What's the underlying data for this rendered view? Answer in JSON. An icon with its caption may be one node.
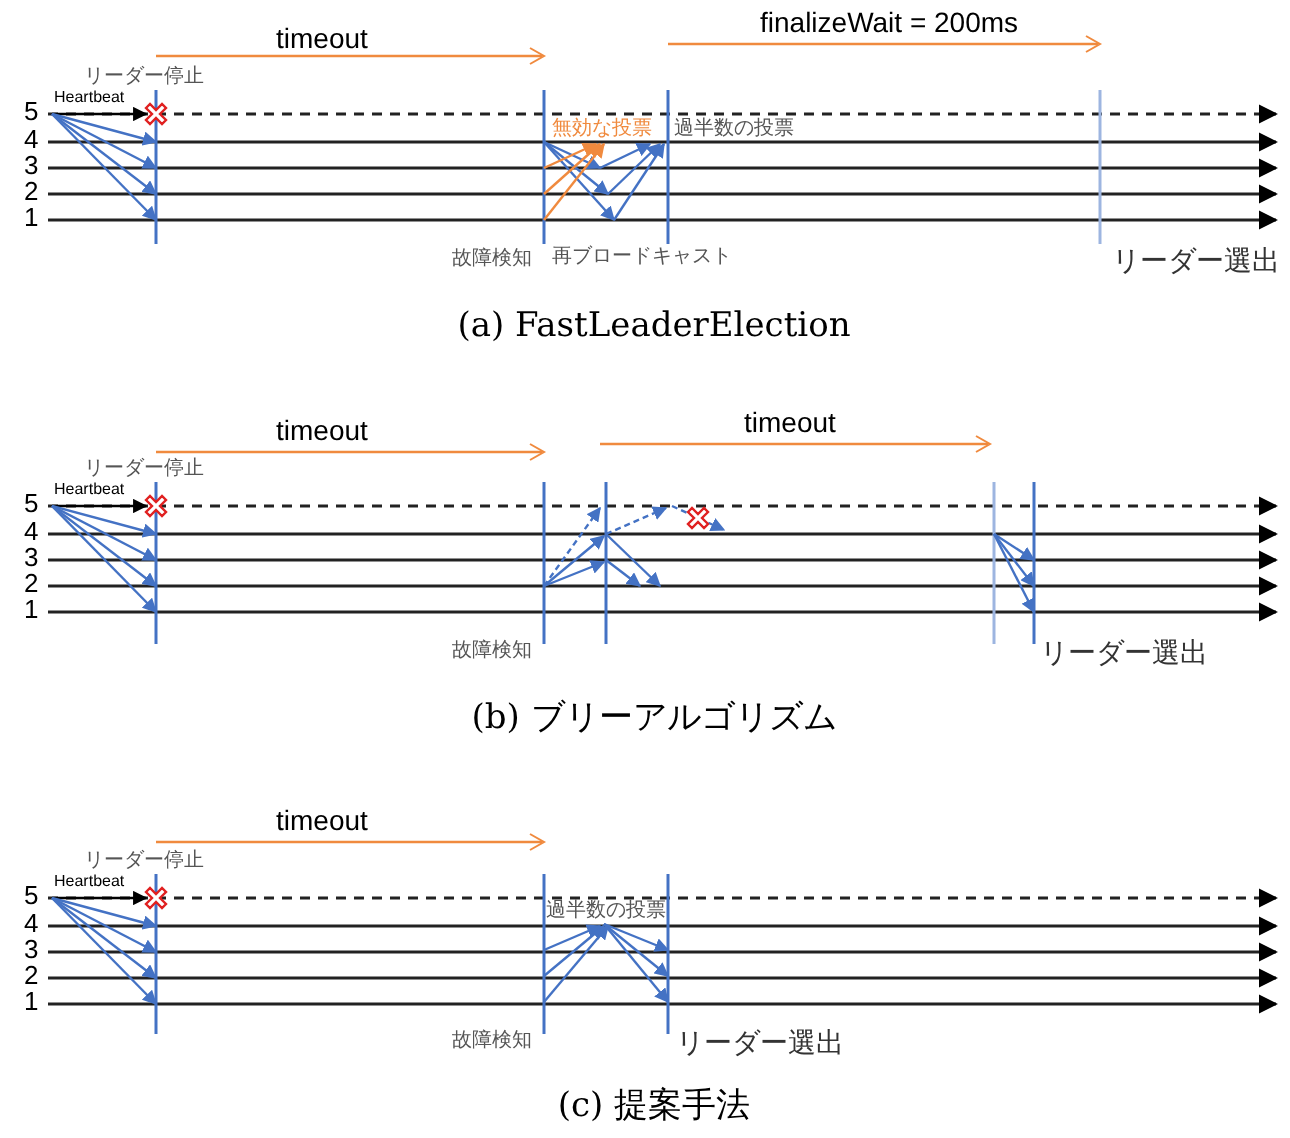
{
  "diagram": {
    "labels": [
      "timeout",
      "finalizeWait = 200ms",
      "リーダー停止",
      "Heartbeat",
      "無効な投票",
      "過半数の投票",
      "5",
      "4",
      "3",
      "2",
      "1",
      "再ブロードキャスト",
      "故障検知",
      "リーダー選出",
      "(a) FastLeaderElection",
      "timeout",
      "timeout",
      "リーダー停止",
      "Heartbeat",
      "5",
      "4",
      "3",
      "2",
      "1",
      "故障検知",
      "リーダー選出",
      "(b) ブリーアルゴリズム",
      "timeout",
      "リーダー停止",
      "Heartbeat",
      "過半数の投票",
      "5",
      "4",
      "3",
      "2",
      "1",
      "故障検知",
      "リーダー選出",
      "(c) 提案手法"
    ]
  }
}
